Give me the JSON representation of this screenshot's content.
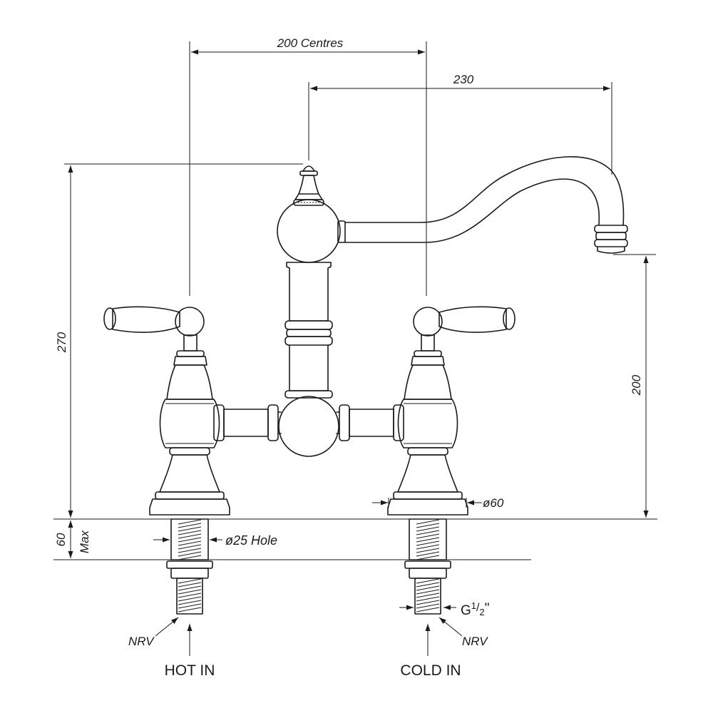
{
  "dimensions": {
    "centres": "200 Centres",
    "spout_reach": "230",
    "overall_height": "270",
    "spout_height": "200",
    "base_diameter": "ø60",
    "hole_label": "ø25 Hole",
    "deck_max_value": "60",
    "deck_max_unit": "Max",
    "thread_g": "G",
    "thread_num": "1",
    "thread_den": "2",
    "thread_inch": "\""
  },
  "labels": {
    "nrv_left": "NRV",
    "nrv_right": "NRV",
    "hot_in": "HOT IN",
    "cold_in": "COLD IN"
  }
}
